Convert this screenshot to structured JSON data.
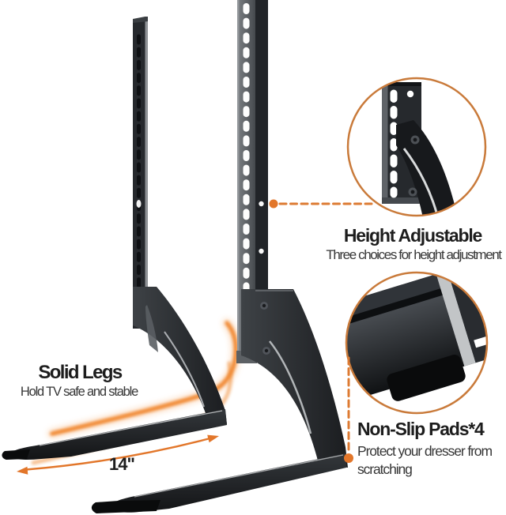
{
  "colors": {
    "accent_orange": "#e2762a",
    "dash_orange": "#dd7b33",
    "callout_ring": "#c97a3a",
    "glow_orange": "#ef7d1f",
    "heading_text": "#1d1d1d",
    "body_text": "#363636"
  },
  "annotations": {
    "height_adjustable": {
      "title": "Height Adjustable",
      "description": "Three choices for height adjustment"
    },
    "solid_legs": {
      "title": "Solid Legs",
      "description": "Hold TV safe and stable"
    },
    "non_slip_pads": {
      "title": "Non-Slip Pads*4",
      "description_line1": "Protect your dresser from",
      "description_line2": "scratching"
    },
    "leg_depth": {
      "label": "14\""
    }
  }
}
